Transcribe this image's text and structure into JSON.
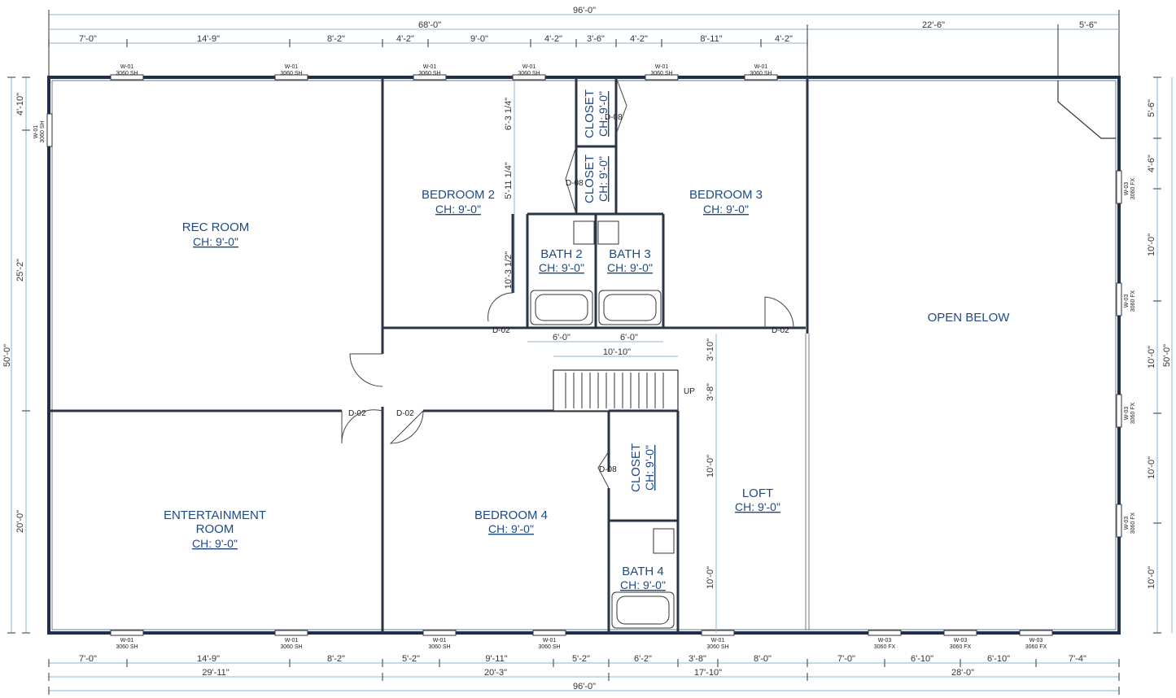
{
  "rooms": {
    "rec": {
      "name": "REC ROOM",
      "ch": "CH: 9'-0\""
    },
    "ent1": {
      "name": "ENTERTAINMENT",
      "name2": "ROOM",
      "ch": "CH: 9'-0\""
    },
    "bed2": {
      "name": "BEDROOM 2",
      "ch": "CH: 9'-0\""
    },
    "bed3": {
      "name": "BEDROOM 3",
      "ch": "CH: 9'-0\""
    },
    "bed4": {
      "name": "BEDROOM 4",
      "ch": "CH: 9'-0\""
    },
    "bath2": {
      "name": "BATH 2",
      "ch": "CH: 9'-0\""
    },
    "bath3": {
      "name": "BATH 3",
      "ch": "CH: 9'-0\""
    },
    "bath4": {
      "name": "BATH 4",
      "ch": "CH: 9'-0\""
    },
    "closet1": {
      "name": "CLOSET",
      "ch": "CH: 9'-0\""
    },
    "closet2": {
      "name": "CLOSET",
      "ch": "CH: 9'-0\""
    },
    "closet3": {
      "name": "CLOSET",
      "ch": "CH: 9'-0\""
    },
    "loft": {
      "name": "LOFT",
      "ch": "CH: 9'-0\""
    },
    "open": {
      "name": "OPEN BELOW"
    },
    "up": "UP"
  },
  "doors": {
    "d02": "D-02",
    "d08": "D-08"
  },
  "windows": {
    "w01": "W-01",
    "w03": "W-03",
    "sh": "3060 SH",
    "fx": "3060 FX"
  },
  "dims": {
    "top_total": "96'-0\"",
    "top_mid": "68'-0\"",
    "top_right": "22'-6\"",
    "top_right2": "5'-6\"",
    "top": [
      "7'-0\"",
      "14'-9\"",
      "8'-2\"",
      "4'-2\"",
      "9'-0\"",
      "4'-2\"",
      "3'-6\"",
      "4'-2\"",
      "8'-11\"",
      "4'-2\""
    ],
    "bot1": [
      "7'-0\"",
      "14'-9\"",
      "8'-2\"",
      "5'-2\"",
      "9'-11\"",
      "5'-2\"",
      "6'-2\"",
      "3'-8\"",
      "8'-0\"",
      "7'-0\"",
      "6'-10\"",
      "6'-10\"",
      "7'-4\""
    ],
    "bot2": [
      "29'-11\"",
      "20'-3\"",
      "17'-10\"",
      "28'-0\""
    ],
    "bot_total": "96'-0\"",
    "left": [
      "4'-10\"",
      "25'-2\"",
      "20'-0\""
    ],
    "left_total": "50'-0\"",
    "right": [
      "5'-6\"",
      "4'-6\"",
      "10'-0\"",
      "10'-0\"",
      "10'-0\"",
      "10'-0\""
    ],
    "right_total": "50'-0\"",
    "inner": {
      "a": "6'-3 1/4\"",
      "b": "5'-11 1/4\"",
      "c": "10'-3 1/2\"",
      "d": "6'-0\"",
      "e": "6'-0\"",
      "f": "10'-10\"",
      "g": "3'-10\"",
      "h": "3'-8\"",
      "i": "10'-0\"",
      "j": "10'-0\""
    }
  },
  "colors": {
    "wall": "#1d2f4d",
    "text": "#1f4a86",
    "dim": "#8fb3c9"
  }
}
